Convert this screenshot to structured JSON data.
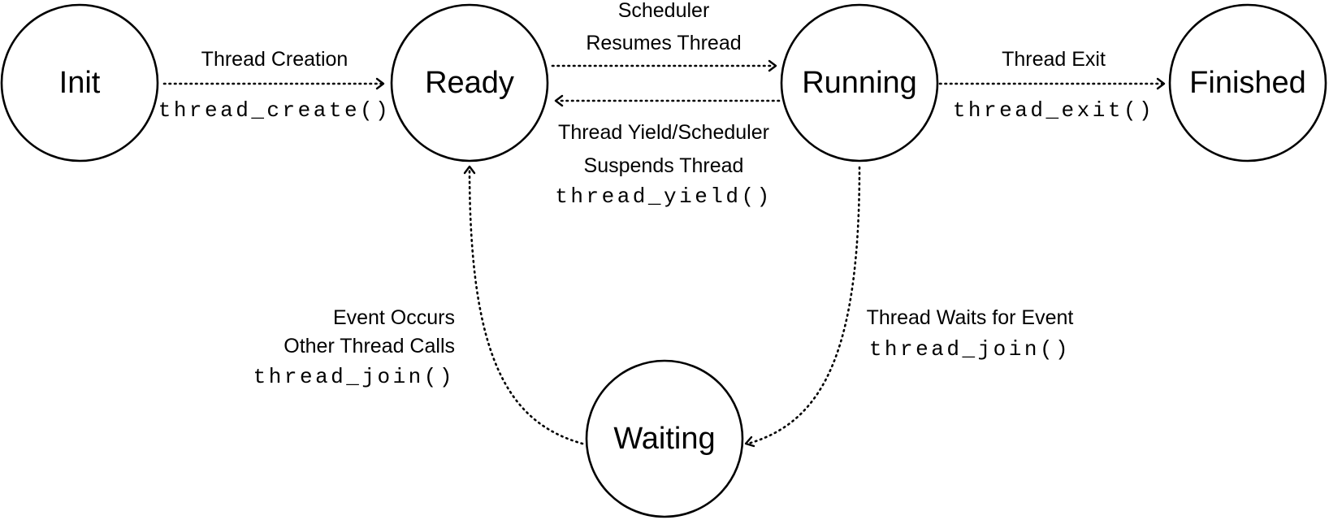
{
  "states": {
    "init": "Init",
    "ready": "Ready",
    "running": "Running",
    "finished": "Finished",
    "waiting": "Waiting"
  },
  "transitions": {
    "init_to_ready": {
      "label": "Thread Creation",
      "code": "thread_create()"
    },
    "ready_to_running": {
      "line1": "Scheduler",
      "line2": "Resumes Thread"
    },
    "running_to_ready": {
      "line1": "Thread Yield/Scheduler",
      "line2": "Suspends Thread",
      "code": "thread_yield()"
    },
    "running_to_finished": {
      "label": "Thread Exit",
      "code": "thread_exit()"
    },
    "running_to_waiting": {
      "label": "Thread Waits for Event",
      "code": "thread_join()"
    },
    "waiting_to_ready": {
      "line1": "Event Occurs",
      "line2": "Other Thread Calls",
      "code": "thread_join()"
    }
  }
}
